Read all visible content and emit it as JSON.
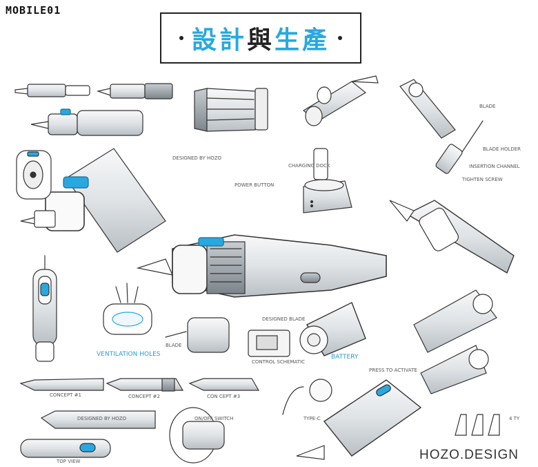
{
  "header": {
    "logo": "MOBILE01",
    "title_part1": "設計",
    "title_part2": "與",
    "title_part3": "生產"
  },
  "brand": "HOZO.DESIGN",
  "labels": {
    "blade": "BLADE",
    "blade_holder": "BLADE HOLDER",
    "insertion_channel": "INSERTION CHANNEL",
    "tighten_screw": "TIGHTEN SCREW",
    "charging_dock": "CHARGING DOCK",
    "power_button": "POWER BUTTON",
    "designed_by_hozo_1": "DESIGNED BY HOZO",
    "ventilation_holes": "VENTILATION HOLES",
    "blade_small": "BLADE",
    "designed_blade": "DESIGNED BLADE",
    "battery": "BATTERY",
    "control_schematic": "CONTROL SCHEMATIC",
    "press_to_activate": "PRESS TO ACTIVATE",
    "type_c": "TYPE-C",
    "concept1": "CONCEPT #1",
    "concept2": "CONCEPT #2",
    "concept3": "CON CEPT #3",
    "designed_by_hozo_2": "DESIGNED BY HOZO",
    "on_off_switch": "ON/OFF SWITCH",
    "top_view": "TOP VIEW",
    "sig": "4 TY"
  },
  "colors": {
    "accent": "#29a8e0",
    "ink": "#333333",
    "body": "#e9ecef"
  }
}
